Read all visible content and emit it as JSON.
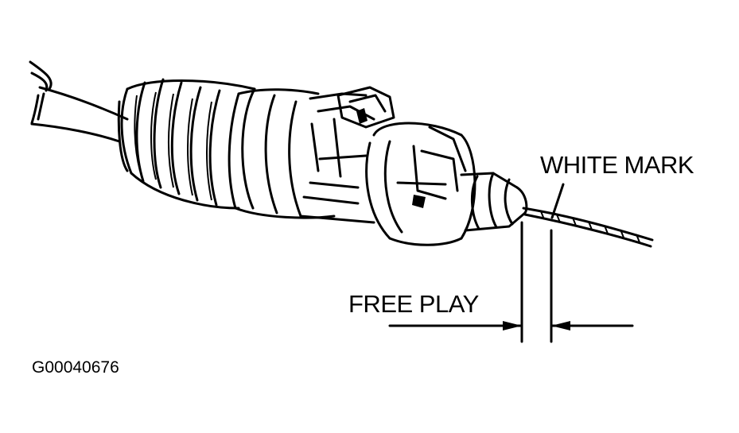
{
  "labels": {
    "white_mark": "WHITE MARK",
    "free_play": "FREE PLAY",
    "figure_id": "G00040676"
  },
  "colors": {
    "ink": "#000000",
    "background": "#ffffff"
  }
}
